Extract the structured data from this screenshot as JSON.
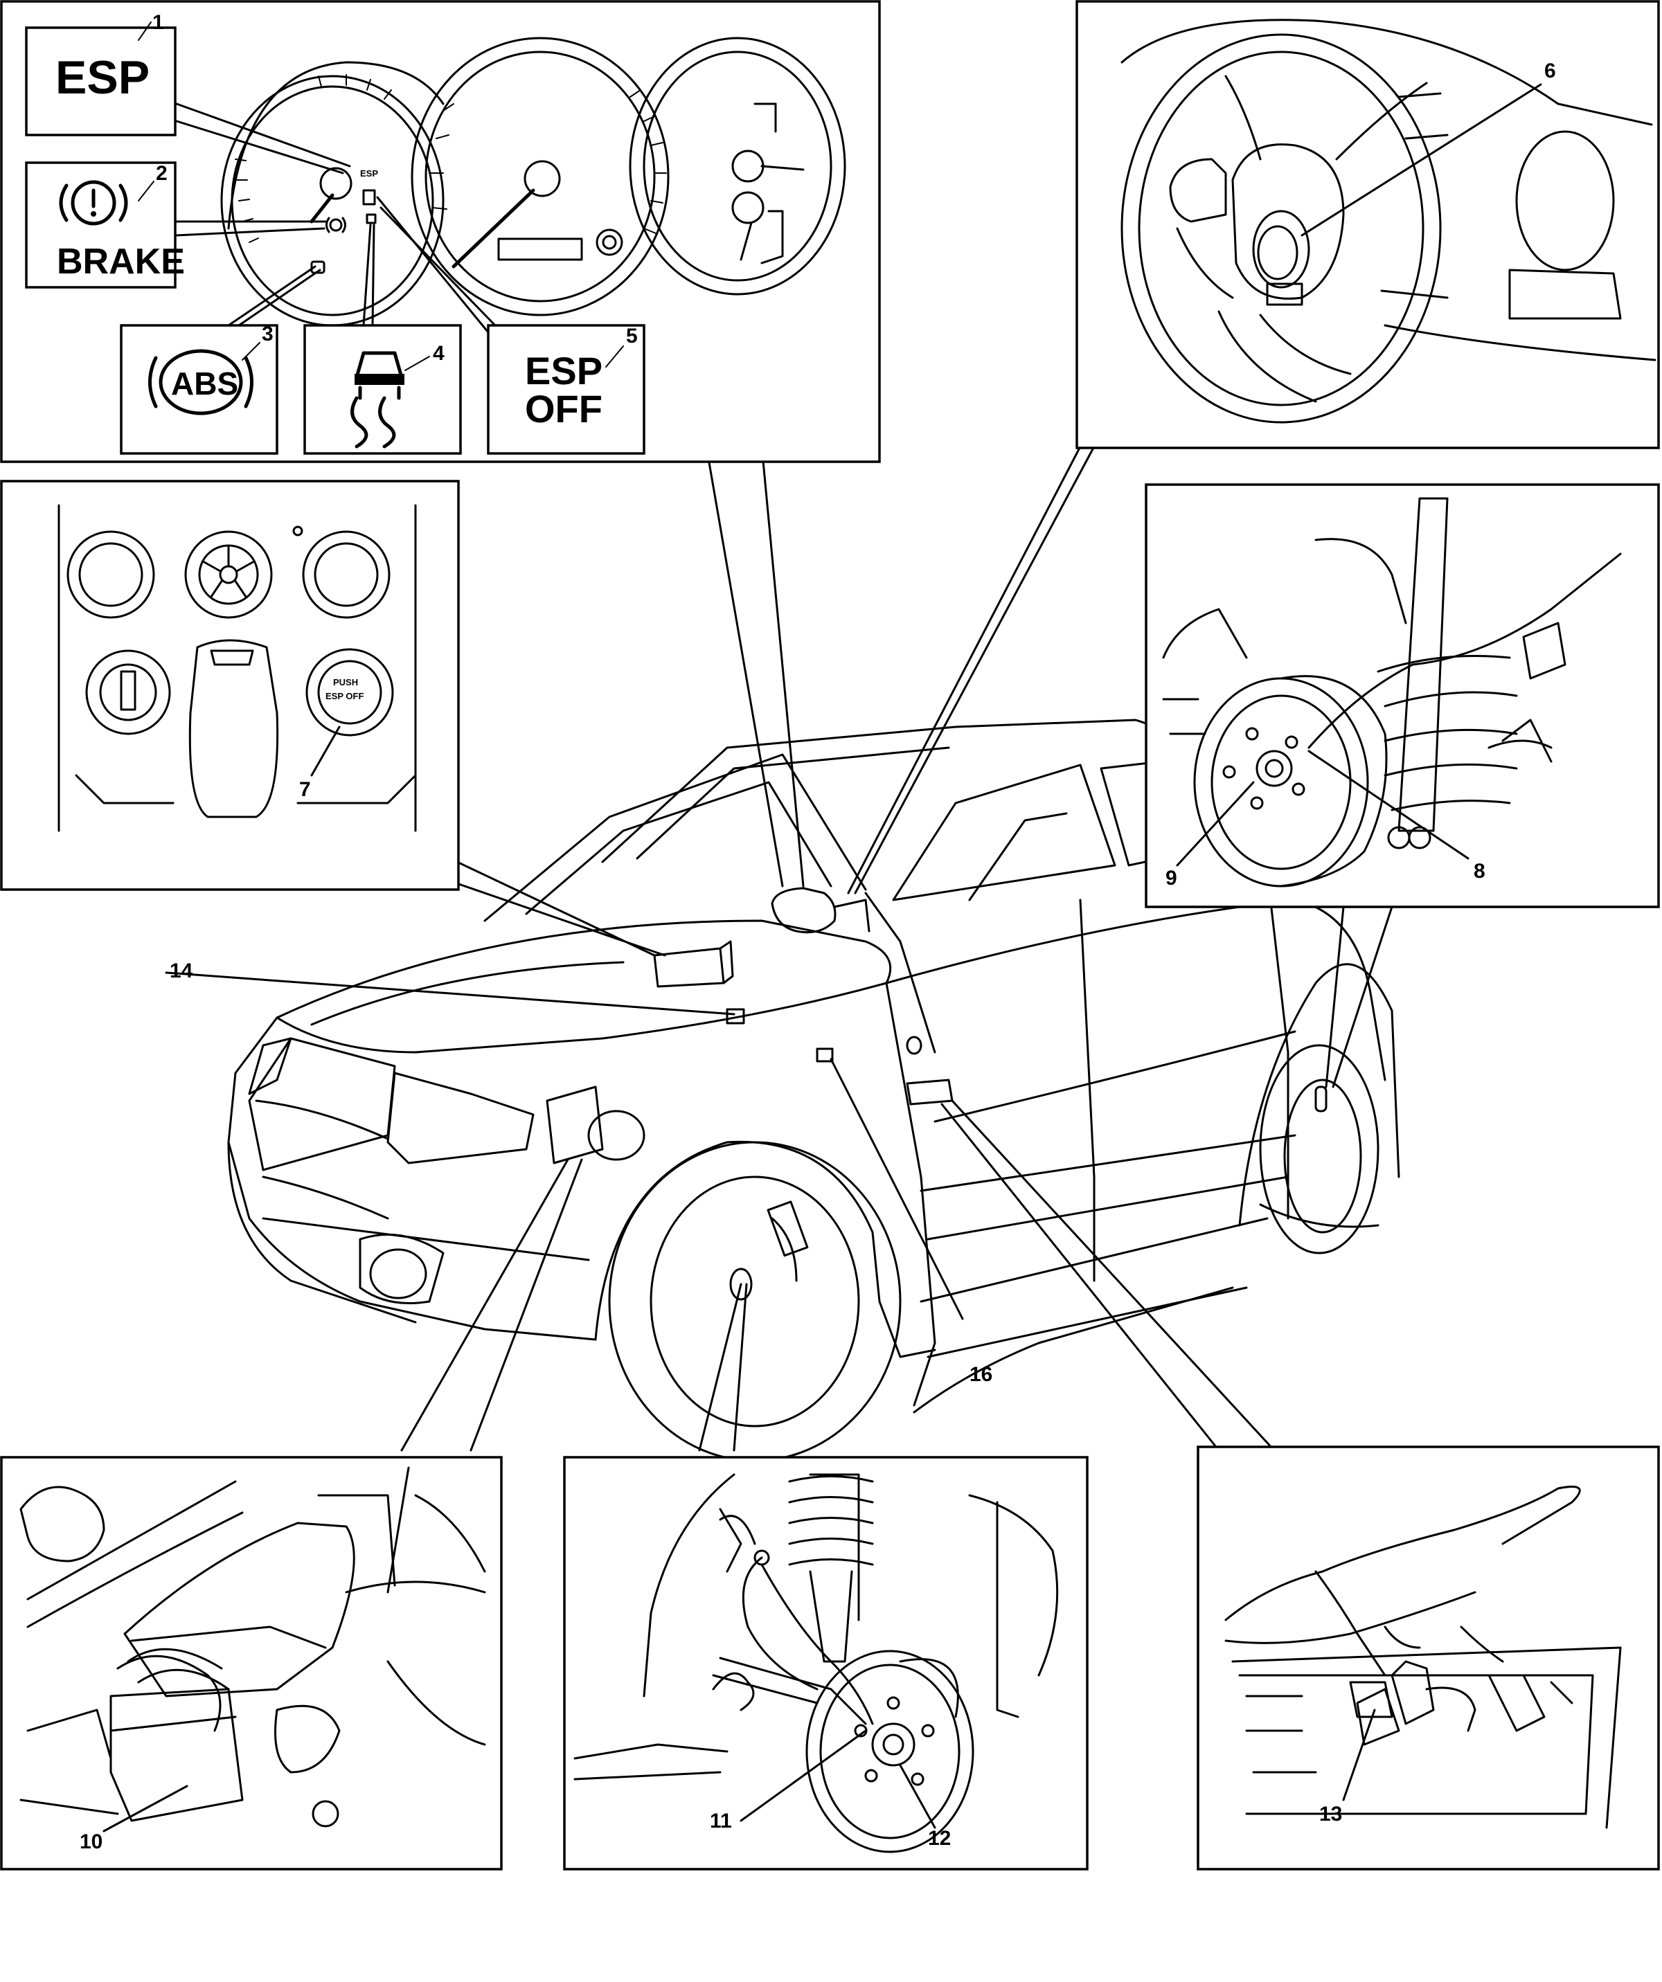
{
  "indicators": {
    "esp": "ESP",
    "brake_text": "BRAKE",
    "abs_text": "ABS",
    "esp_off_line1": "ESP",
    "esp_off_line2": "OFF",
    "cluster_esp_small": "ESP"
  },
  "switch": {
    "line1": "PUSH",
    "line2": "ESP OFF"
  },
  "callouts": {
    "c1": "1",
    "c2": "2",
    "c3": "3",
    "c4": "4",
    "c5": "5",
    "c6": "6",
    "c7": "7",
    "c8": "8",
    "c9": "9",
    "c10": "10",
    "c11": "11",
    "c12": "12",
    "c13": "13",
    "c14": "14",
    "c16": "16"
  }
}
